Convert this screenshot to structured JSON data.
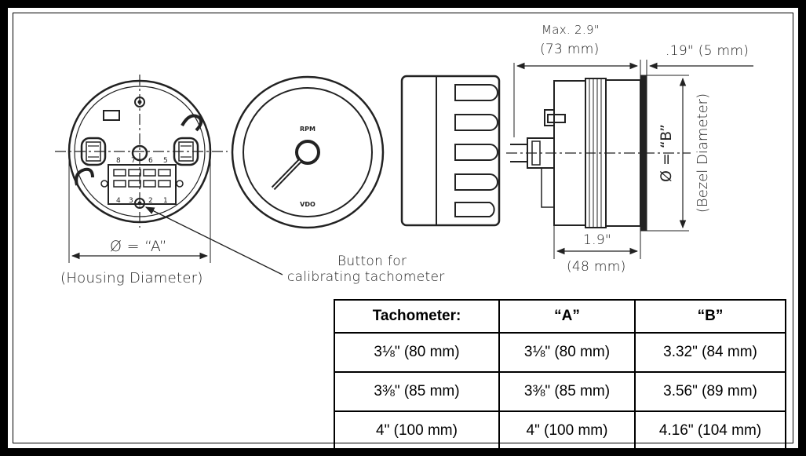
{
  "diagram": {
    "housing_dimension": "Ø = “A”",
    "housing_caption": "(Housing Diameter)",
    "button_note_line1": "Button for",
    "button_note_line2": "calibrating tachometer",
    "dial_label": "RPM",
    "dial_brand": "VDO",
    "terminal_numbers_top": [
      "8",
      "7",
      "6",
      "5"
    ],
    "terminal_numbers_bottom": [
      "4",
      "3",
      "2",
      "1"
    ],
    "max_depth_line1": "Max. 2.9\"",
    "max_depth_line2": "(73 mm)",
    "bezel_thickness": ".19\" (5 mm)",
    "body_depth_line1": "1.9\"",
    "body_depth_line2": "(48 mm)",
    "bezel_dimension": "Ø = “B”",
    "bezel_caption": "(Bezel Diameter)"
  },
  "table": {
    "headers": [
      "Tachometer:",
      "“A”",
      "“B”"
    ],
    "rows": [
      [
        "3⅛\" (80 mm)",
        "3⅛\" (80 mm)",
        "3.32\" (84 mm)"
      ],
      [
        "3⅜\" (85 mm)",
        "3⅜\" (85 mm)",
        "3.56\" (89 mm)"
      ],
      [
        "4\" (100 mm)",
        "4\" (100 mm)",
        "4.16\" (104 mm)"
      ]
    ]
  }
}
